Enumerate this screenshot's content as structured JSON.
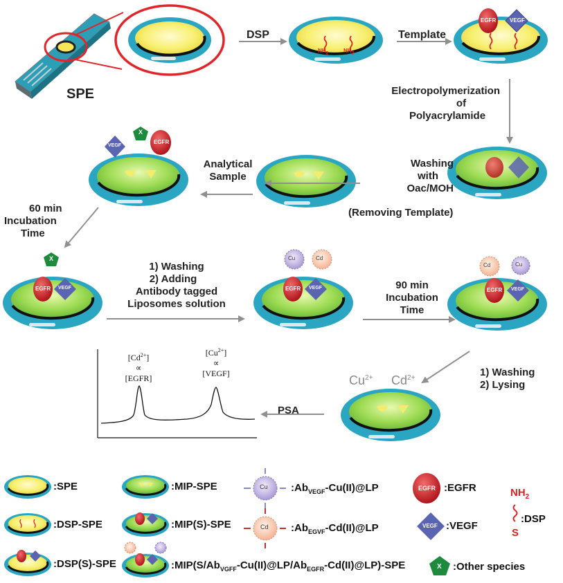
{
  "steps": {
    "spe": "SPE",
    "dsp": "DSP",
    "template": "Template",
    "electro_1": "Electropolymerization",
    "electro_2": "of",
    "electro_3": "Polyacrylamide",
    "wash_1": "Washing",
    "wash_2": "with",
    "wash_3": "Oac/MOH",
    "wash_4": "(Removing Template)",
    "analytical_1": "Analytical",
    "analytical_2": "Sample",
    "incub60_1": "60 min",
    "incub60_2": "Incubation",
    "incub60_3": "Time",
    "adding_1": "1) Washing",
    "adding_2": "2) Adding",
    "adding_3": "Antibody tagged",
    "adding_4": "Liposomes solution",
    "incub90_1": "90 min",
    "incub90_2": "Incubation",
    "incub90_3": "Time",
    "lysing_1": "1) Washing",
    "lysing_2": "2)  Lysing",
    "psa": "PSA"
  },
  "ions": {
    "cu": "Cu",
    "cu_charge": "2+",
    "cd": "Cd",
    "cd_charge": "2+"
  },
  "peaks": {
    "cd_1": "[Cd",
    "cd_sup": "2+",
    "cd_2": "]",
    "cd_prop": "∝",
    "cd_target": "[EGFR]",
    "cu_1": "[Cu",
    "cu_sup": "2+",
    "cu_2": "]",
    "cu_prop": "∝",
    "cu_target": "[VEGF]"
  },
  "molecules": {
    "egfr": "EGFR",
    "vegf": "VEGF",
    "x": "X",
    "nh2": "NH",
    "nh2_sub": "2",
    "s": "S",
    "cu_tag": "Cu",
    "cd_tag": "Cd"
  },
  "legend": {
    "spe": ":SPE",
    "dsp_spe": ":DSP-SPE",
    "dsps_spe": ":DSP(S)-SPE",
    "mip_spe": ":MIP-SPE",
    "mips_spe": ":MIP(S)-SPE",
    "long_a": ":MIP(S/Ab",
    "long_a_sub": "VGFF",
    "long_b": "-Cu(II)@LP/Ab",
    "long_b_sub": "EGFR",
    "long_c": "-Cd(II)@LP)-SPE",
    "abvegf_a": ":Ab",
    "abvegf_sub": "VEGF",
    "abvegf_b": "-Cu(II)@LP",
    "abegvf_a": ":Ab",
    "abegvf_sub": "EGVF",
    "abegvf_b": "-Cd(II)@LP",
    "egfr": ":EGFR",
    "vegf": ":VEGF",
    "other": ":Other  species",
    "dsp": ":DSP",
    "nh2": "NH",
    "nh2_sub": "2",
    "s": "S"
  },
  "colors": {
    "teal": "#1fa3c0",
    "yellow": "#f7ef6a",
    "green": "#8bd14a",
    "egfr": "#d8252c",
    "vegf": "#5a64b0",
    "other": "#1e8a3c",
    "arrow": "#8f8f8f",
    "highlight_ring": "#e0262a"
  }
}
